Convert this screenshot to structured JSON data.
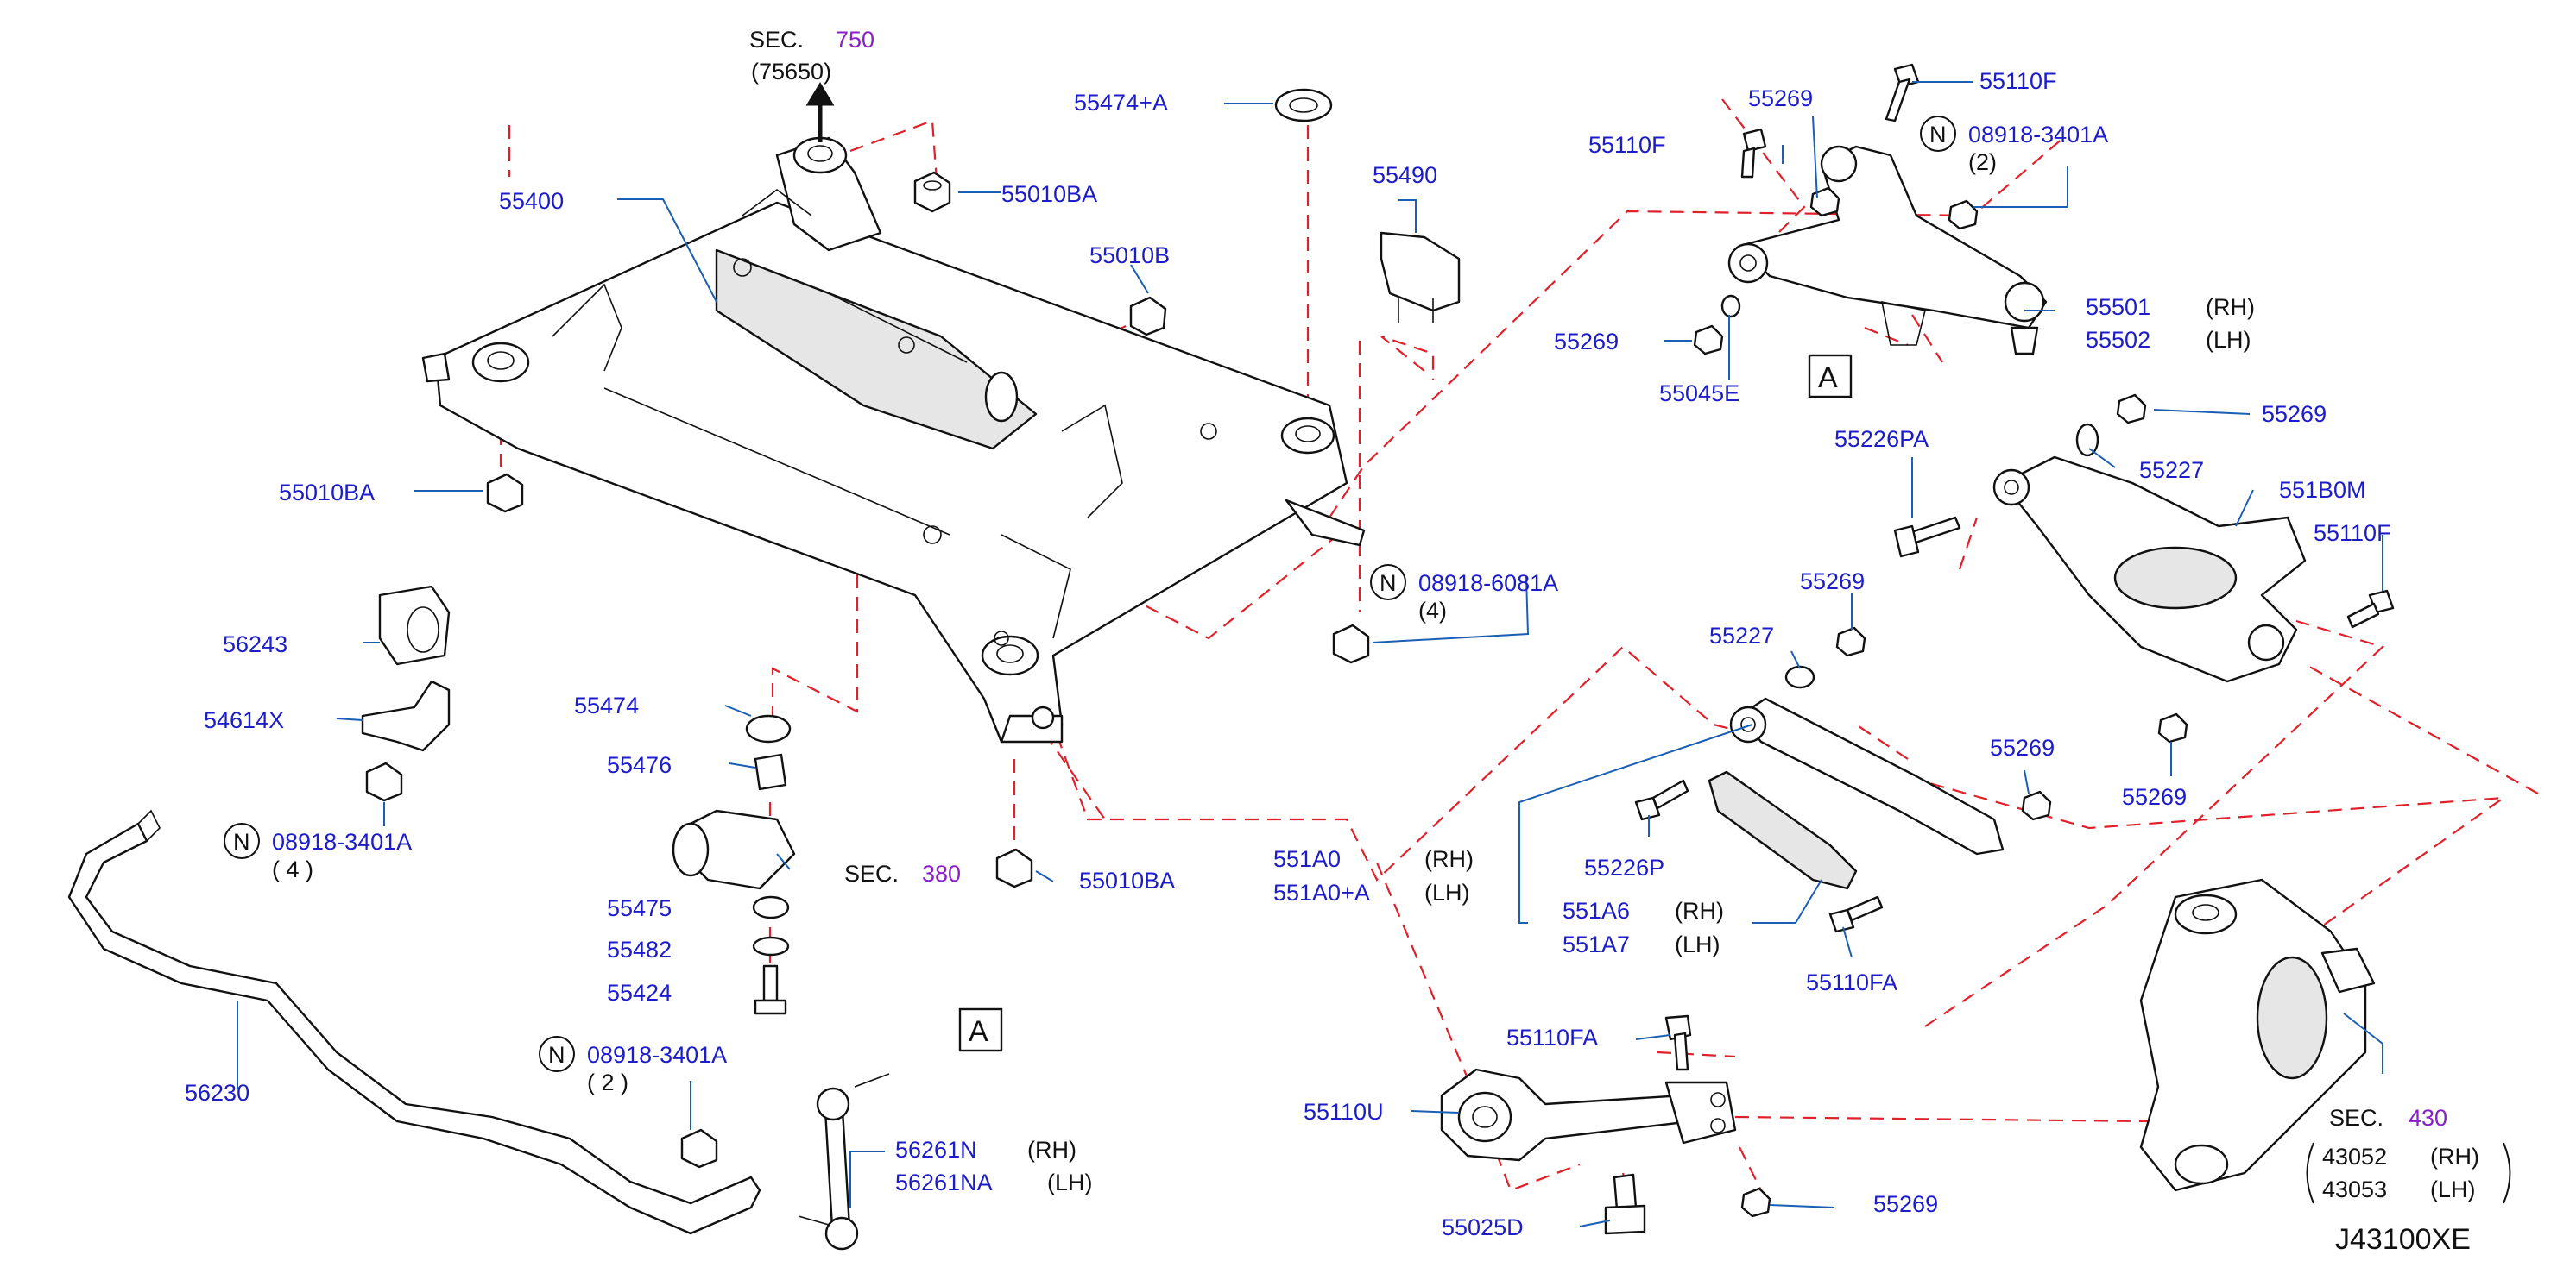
{
  "figure_code": "J43100XE",
  "refs": {
    "sec_label": "SEC.",
    "sec_top_num": "750",
    "sec_top_sub": "(75650)",
    "sec_mid_num": "380",
    "sec_knuckle_num": "430",
    "box_a": "A"
  },
  "parts": {
    "p55400": "55400",
    "p55010BA": "55010BA",
    "p55010B": "55010B",
    "p55474A": "55474+A",
    "p55490": "55490",
    "p55474": "55474",
    "p55476": "55476",
    "p55475": "55475",
    "p55482": "55482",
    "p55424": "55424",
    "p56243": "56243",
    "p54614X": "54614X",
    "p56230": "56230",
    "p56261N": "56261N",
    "p56261NA": "56261NA",
    "p55110F": "55110F",
    "p55269": "55269",
    "p55501": "55501",
    "p55502": "55502",
    "p55045E": "55045E",
    "p55226PA": "55226PA",
    "p55227": "55227",
    "p551B0M": "551B0M",
    "p551A0": "551A0",
    "p551A0A": "551A0+A",
    "p55226P": "55226P",
    "p551A6": "551A6",
    "p551A7": "551A7",
    "p55110FA": "55110FA",
    "p55110U": "55110U",
    "p55025D": "55025D",
    "p43052": "43052",
    "p43053": "43053"
  },
  "nuts": {
    "n_symbol": "N",
    "n1_part": "08918-3401A",
    "n1_qty": "( 4 )",
    "n2_part": "08918-3401A",
    "n2_qty": "( 2 )",
    "n3_part": "08918-6081A",
    "n3_qty": "(4)",
    "n4_part": "08918-3401A",
    "n4_qty": "(2)"
  },
  "sides": {
    "rh": "(RH)",
    "lh": "(LH)"
  }
}
